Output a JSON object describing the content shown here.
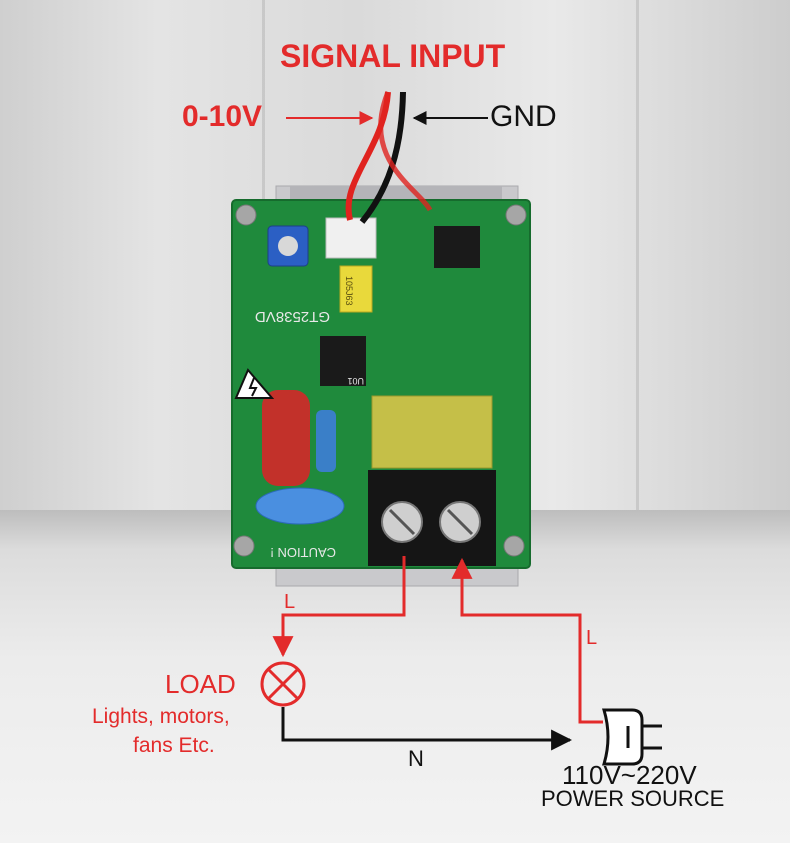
{
  "signal_input": "SIGNAL INPUT",
  "voltage_label": "0-10V",
  "gnd_label": "GND",
  "board": {
    "model": "GT2538VD",
    "caution": "CAUTION !",
    "capacitor_code": "105J63",
    "ic_ref": "U01"
  },
  "wiring": {
    "live_to_load": "L",
    "live_from_source": "L",
    "neutral": "N"
  },
  "load": {
    "title": "LOAD",
    "desc_line1": "Lights, motors,",
    "desc_line2": "fans Etc."
  },
  "power": {
    "voltage": "110V~220V",
    "label": "POWER SOURCE"
  },
  "colors": {
    "accent_red": "#e32b2b",
    "pcb_green": "#1f8a3c",
    "wire_black": "#111111"
  },
  "icons": [
    "warning-triangle-icon",
    "lamp-load-icon",
    "power-plug-icon",
    "arrow-icon"
  ]
}
